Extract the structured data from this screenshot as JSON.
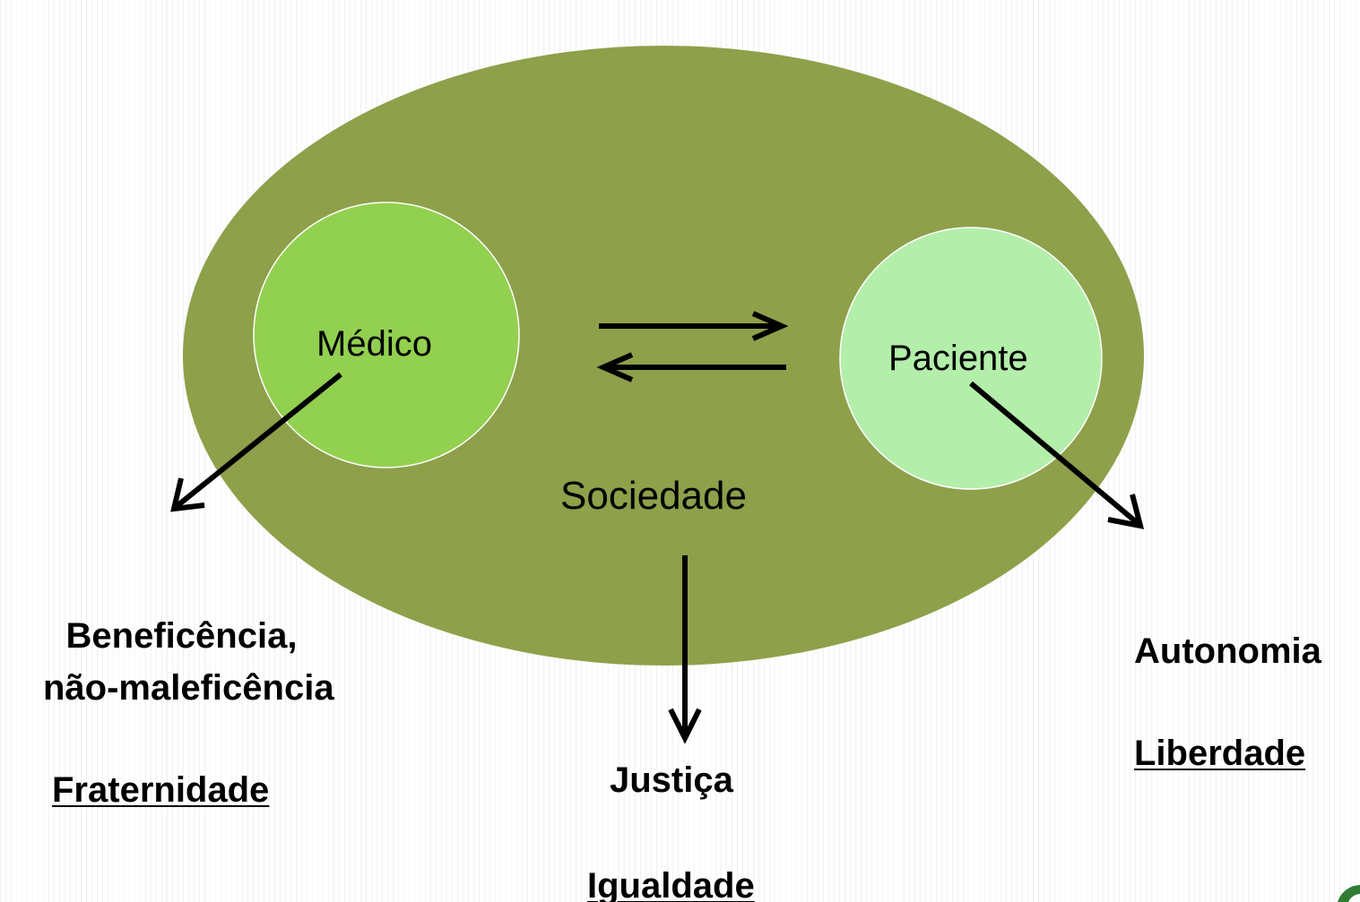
{
  "colors": {
    "society_fill": "#8ea04a",
    "medico_fill": "#92d050",
    "paciente_fill": "#b3eeaa",
    "arrow": "#000000",
    "background": "#ffffff"
  },
  "nodes": {
    "society": "Sociedade",
    "medico": "Médico",
    "paciente": "Paciente"
  },
  "outcomes": {
    "medico": {
      "line1": "Beneficência,",
      "line2": "não-maleficência",
      "value": "Fraternidade"
    },
    "society": {
      "principle": "Justiça",
      "value": "Igualdade"
    },
    "paciente": {
      "principle": "Autonomia",
      "value": "Liberdade"
    }
  },
  "logo": {
    "icon": "partial-logo-icon"
  }
}
